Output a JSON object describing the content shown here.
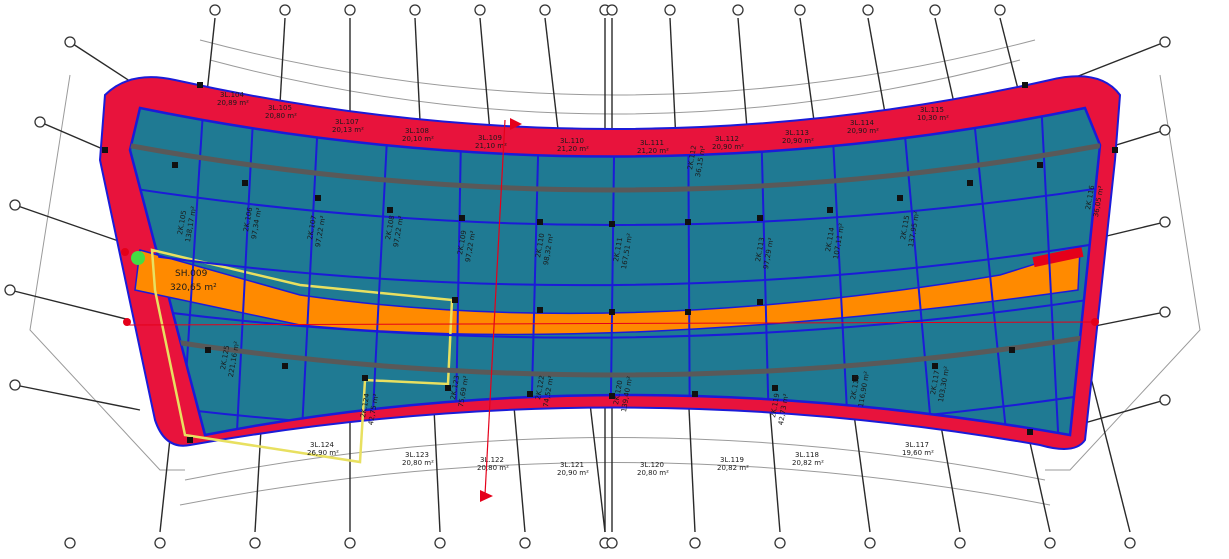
{
  "colors": {
    "perimeter_fill": "#e8133c",
    "zone_fill": "#1f7a93",
    "corridor_fill": "#ff8a00",
    "zone_outline": "#1b1bd8",
    "grid_line": "#2a2a2a",
    "beam": "#595959",
    "highlight_outline": "#e8e060",
    "marker": "#e5001a",
    "node": "#111111"
  },
  "corridor_label": {
    "line1": "SH.009",
    "line2": "320,65 m²"
  },
  "perimeter_labels": [
    {
      "l1": "3L.104",
      "l2": "20,89 m²"
    },
    {
      "l1": "3L.105",
      "l2": "20,80 m²"
    },
    {
      "l1": "3L.107",
      "l2": "20,13 m²"
    },
    {
      "l1": "3L.108",
      "l2": "20,10 m²"
    },
    {
      "l1": "3L.109",
      "l2": "21,10 m²"
    },
    {
      "l1": "3L.110",
      "l2": "21,20 m²"
    },
    {
      "l1": "3L.111",
      "l2": "21,20 m²"
    },
    {
      "l1": "3L.112",
      "l2": "20,90 m²"
    },
    {
      "l1": "3L.113",
      "l2": "20,90 m²"
    },
    {
      "l1": "3L.114",
      "l2": "20,90 m²"
    },
    {
      "l1": "3L.115",
      "l2": "10,30 m²"
    },
    {
      "l1": "3L.124",
      "l2": "26,90 m²"
    },
    {
      "l1": "3L.123",
      "l2": "20,80 m²"
    },
    {
      "l1": "3L.122",
      "l2": "20,80 m²"
    },
    {
      "l1": "3L.121",
      "l2": "20,90 m²"
    },
    {
      "l1": "3L.120",
      "l2": "20,80 m²"
    },
    {
      "l1": "3L.119",
      "l2": "20,82 m²"
    },
    {
      "l1": "3L.118",
      "l2": "20,82 m²"
    },
    {
      "l1": "3L.117",
      "l2": "19,60 m²"
    }
  ],
  "zone_labels": [
    {
      "l1": "2K.105",
      "l2": "138,17 m²"
    },
    {
      "l1": "2K.106",
      "l2": "97,34 m²"
    },
    {
      "l1": "2K.107",
      "l2": "97,22 m²"
    },
    {
      "l1": "2K.108",
      "l2": "97,22 m²"
    },
    {
      "l1": "2K.109",
      "l2": "97,22 m²"
    },
    {
      "l1": "2K.110",
      "l2": "98,32 m²"
    },
    {
      "l1": "2K.111",
      "l2": "167,51 m²"
    },
    {
      "l1": "2K.112",
      "l2": "36,15 m²"
    },
    {
      "l1": "2K.113",
      "l2": "97,29 m²"
    },
    {
      "l1": "2K.114",
      "l2": "107,11 m²"
    },
    {
      "l1": "2K.115",
      "l2": "137,95 m²"
    },
    {
      "l1": "2K.125",
      "l2": "221,16 m²"
    },
    {
      "l1": "2K.124",
      "l2": "42,75 m²"
    },
    {
      "l1": "2K.123",
      "l2": "75,69 m²"
    },
    {
      "l1": "2K.122",
      "l2": "74,52 m²"
    },
    {
      "l1": "2K.120",
      "l2": "139,40 m²"
    },
    {
      "l1": "2K.119",
      "l2": "42,73 m²"
    },
    {
      "l1": "2K.118",
      "l2": "116,90 m²"
    },
    {
      "l1": "2K.117",
      "l2": "103,30 m²"
    },
    {
      "l1": "2K.116",
      "l2": "36,05 m²"
    }
  ]
}
